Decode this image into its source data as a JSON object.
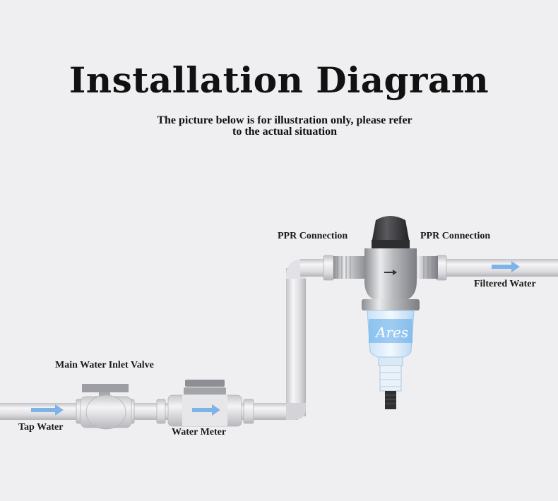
{
  "title": "Installation Diagram",
  "subtitle": {
    "line1": "The picture below is for illustration only, please refer",
    "line2": "to the actual situation"
  },
  "labels": {
    "main_valve": "Main Water Inlet Valve",
    "tap_water": "Tap Water",
    "water_meter": "Water Meter",
    "ppr_left": "PPR Connection",
    "ppr_right": "PPR Connection",
    "filtered_water": "Filtered Water"
  },
  "filter_brand": "Ares",
  "colors": {
    "background": "#efeff1",
    "pipe": "#d9d9dc",
    "flow_arrow": "#7fb3e8",
    "filter_cap": "#3a3a3c",
    "filter_bowl": "#4a9fe6"
  }
}
